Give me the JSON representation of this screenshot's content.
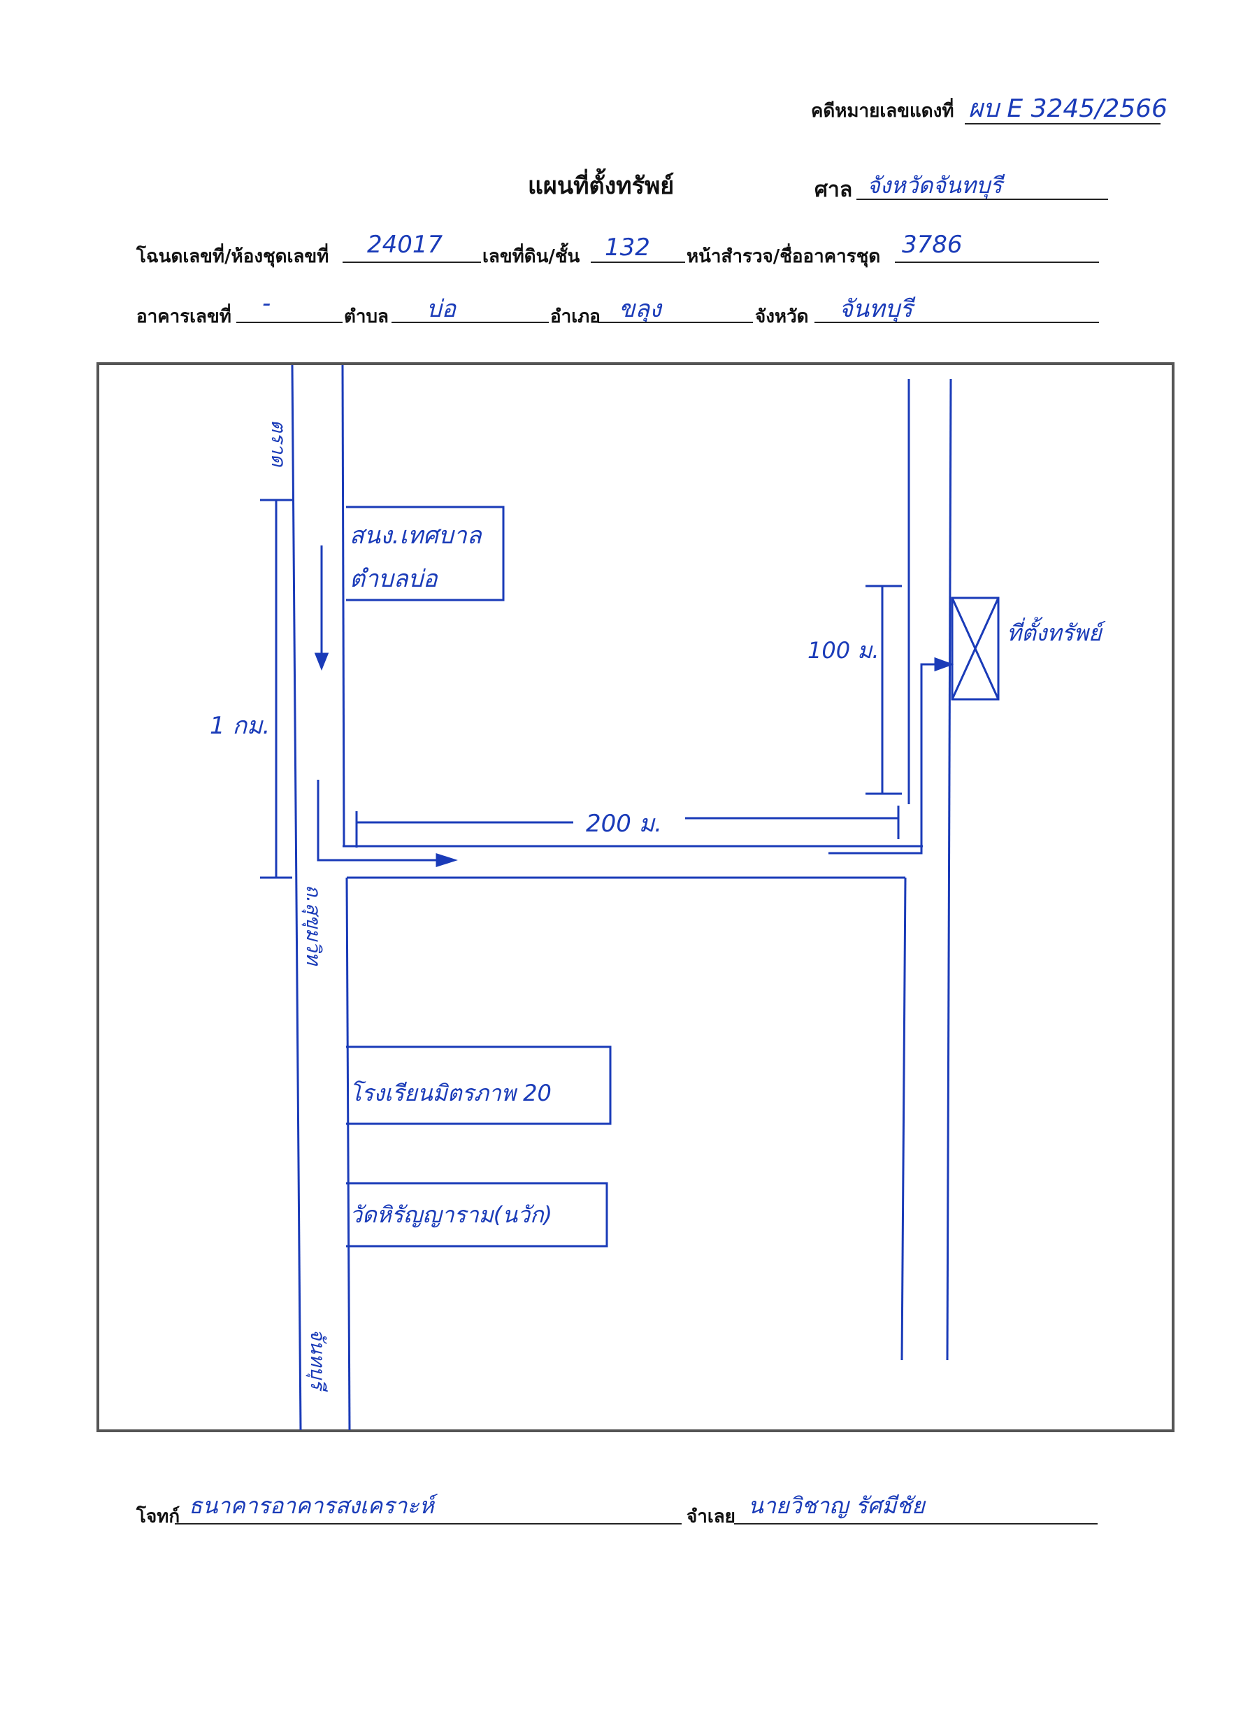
{
  "header": {
    "case_label": "คดีหมายเลขแดงที่",
    "case_value": "ผบ E 3245/2566",
    "title": "แผนที่ตั้งทรัพย์",
    "court_label": "ศาล",
    "court_value": "จังหวัดจันทบุรี"
  },
  "property": {
    "deed_label": "โฉนดเลขที่/ห้องชุดเลขที่",
    "deed_value": "24017",
    "land_no_label": "เลขที่ดิน/ชั้น",
    "land_no_value": "132",
    "survey_label": "หน้าสำรวจ/ชื่ออาคารชุด",
    "survey_value": "3786",
    "building_label": "อาคารเลขที่",
    "building_value": "-",
    "subdistrict_label": "ตำบล",
    "subdistrict_value": "บ่อ",
    "district_label": "อำเภอ",
    "district_value": "ขลุง",
    "province_label": "จังหวัด",
    "province_value": "จันทบุรี"
  },
  "map": {
    "road_top": "ตราด",
    "road_bottom": "จันทบุรี",
    "road_name": "ถ.สุขุมวิท",
    "office_line1": "สนง.เทศบาล",
    "office_line2": "ตำบลบ่อ",
    "school": "โรงเรียนมิตรภาพ 20",
    "temple": "วัดหิรัญญาราม(นวัก)",
    "dist_1km": "1 กม.",
    "dist_200m": "200 ม.",
    "dist_100m": "100 ม.",
    "property_label": "ที่ตั้งทรัพย์",
    "line_color": "#1a3bb8"
  },
  "footer": {
    "plaintiff_label": "โจทก์",
    "plaintiff_value": "ธนาคารอาคารสงเคราะห์",
    "defendant_label": "จำเลย",
    "defendant_value": "นายวิชาญ รัศมีชัย"
  }
}
